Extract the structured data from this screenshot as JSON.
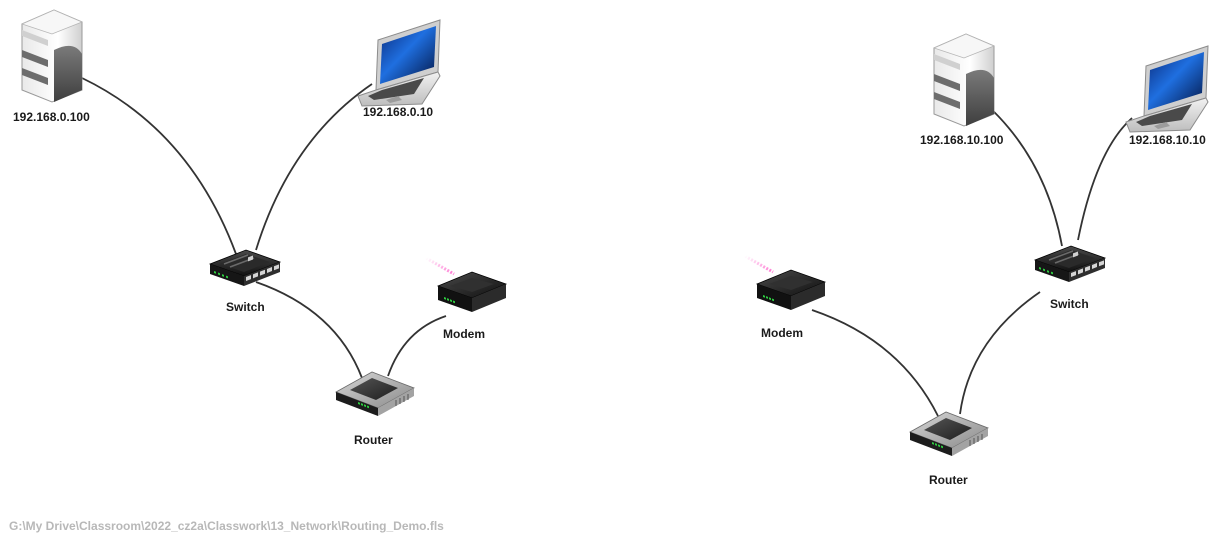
{
  "footer": {
    "path": "G:\\My Drive\\Classroom\\2022_cz2a\\Classwork\\13_Network\\Routing_Demo.fls"
  },
  "networks": [
    {
      "server": {
        "label": "192.168.0.100",
        "icon": "server-icon"
      },
      "laptop": {
        "label": "192.168.0.10",
        "icon": "laptop-icon"
      },
      "switch": {
        "label": "Switch",
        "icon": "switch-icon"
      },
      "modem": {
        "label": "Modem",
        "icon": "modem-icon"
      },
      "router": {
        "label": "Router",
        "icon": "router-icon"
      }
    },
    {
      "server": {
        "label": "192.168.10.100",
        "icon": "server-icon"
      },
      "laptop": {
        "label": "192.168.10.10",
        "icon": "laptop-icon"
      },
      "switch": {
        "label": "Switch",
        "icon": "switch-icon"
      },
      "modem": {
        "label": "Modem",
        "icon": "modem-icon"
      },
      "router": {
        "label": "Router",
        "icon": "router-icon"
      }
    }
  ],
  "links": [
    [
      "server",
      "switch"
    ],
    [
      "laptop",
      "switch"
    ],
    [
      "switch",
      "router"
    ],
    [
      "router",
      "modem"
    ]
  ],
  "colors": {
    "cable": "#333333",
    "label": "#1a1a1a",
    "footer": "#b8b8b8"
  }
}
